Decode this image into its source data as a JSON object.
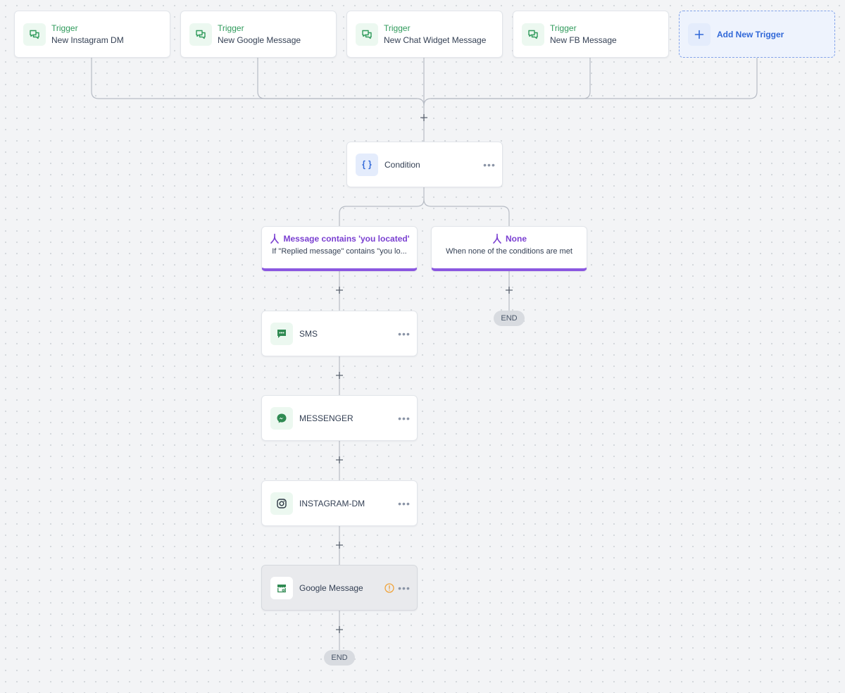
{
  "triggers": [
    {
      "kind": "Trigger",
      "name": "New Instagram DM",
      "icon": "chat-bubbles-icon"
    },
    {
      "kind": "Trigger",
      "name": "New Google Message",
      "icon": "chat-bubbles-icon"
    },
    {
      "kind": "Trigger",
      "name": "New Chat Widget Message",
      "icon": "chat-bubbles-icon"
    },
    {
      "kind": "Trigger",
      "name": "New FB Message",
      "icon": "chat-bubbles-icon"
    }
  ],
  "add_trigger": {
    "label": "Add New Trigger",
    "icon": "plus-icon"
  },
  "condition": {
    "label": "Condition",
    "icon": "curly-braces-icon"
  },
  "branches": [
    {
      "title": "Message contains 'you located'",
      "description": "If \"Replied message\" contains \"you lo...",
      "icon": "branch-split-icon"
    },
    {
      "title": "None",
      "description": "When none of the conditions are met",
      "icon": "branch-split-icon"
    }
  ],
  "actions": [
    {
      "label": "SMS",
      "icon": "sms-icon"
    },
    {
      "label": "MESSENGER",
      "icon": "messenger-icon"
    },
    {
      "label": "INSTAGRAM-DM",
      "icon": "instagram-icon"
    },
    {
      "label": "Google Message",
      "icon": "google-business-icon",
      "warning": true,
      "selected": true
    }
  ],
  "end_label": "END",
  "colors": {
    "canvas": "#f3f4f6",
    "trigger_green": "#2f9a5b",
    "add_blue": "#3168d8",
    "branch_purple": "#8b58e0",
    "warning_orange": "#f0a43c"
  }
}
